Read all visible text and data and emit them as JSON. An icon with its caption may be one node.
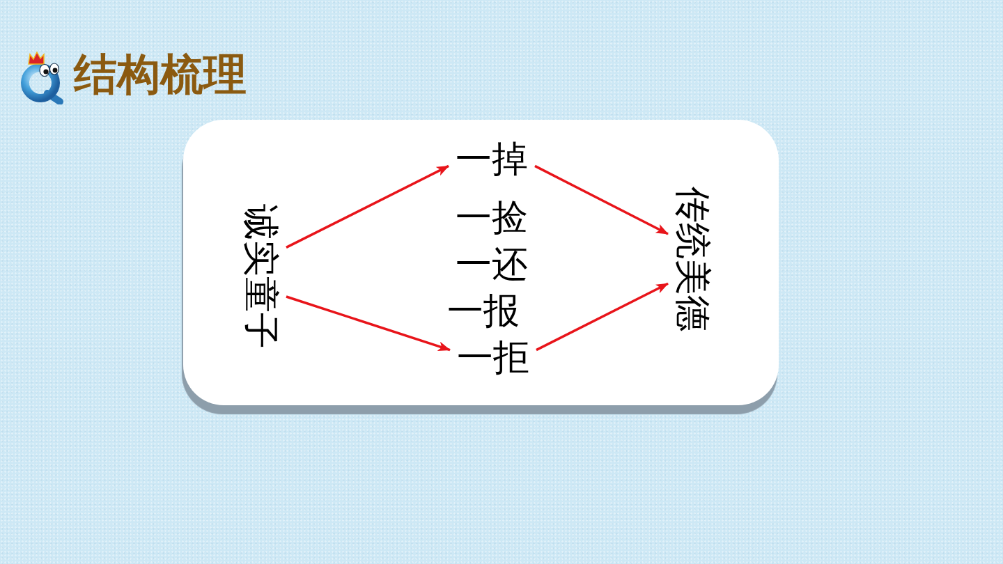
{
  "diagram": {
    "title": "结构梳理",
    "nodes": [
      {
        "text": [],
        "shape": "box"
      },
      {
        "text": [
          "诚实童子"
        ],
        "in": 0
      },
      {
        "text": [
          "一掉"
        ],
        "in": 0
      },
      {
        "text": [
          "一拒"
        ],
        "in": 0
      },
      {
        "text": [
          "传统美德"
        ],
        "in": 0
      }
    ],
    "edges": [
      {
        "from": 1,
        "to": 2,
        "arrow": "to"
      },
      {
        "from": 1,
        "to": 3,
        "arrow": "to"
      },
      {
        "from": 2,
        "to": 4,
        "arrow": "to"
      },
      {
        "from": 3,
        "to": 4,
        "arrow": "to"
      }
    ],
    "labels": [
      "一捡",
      "一还",
      "一报"
    ]
  }
}
